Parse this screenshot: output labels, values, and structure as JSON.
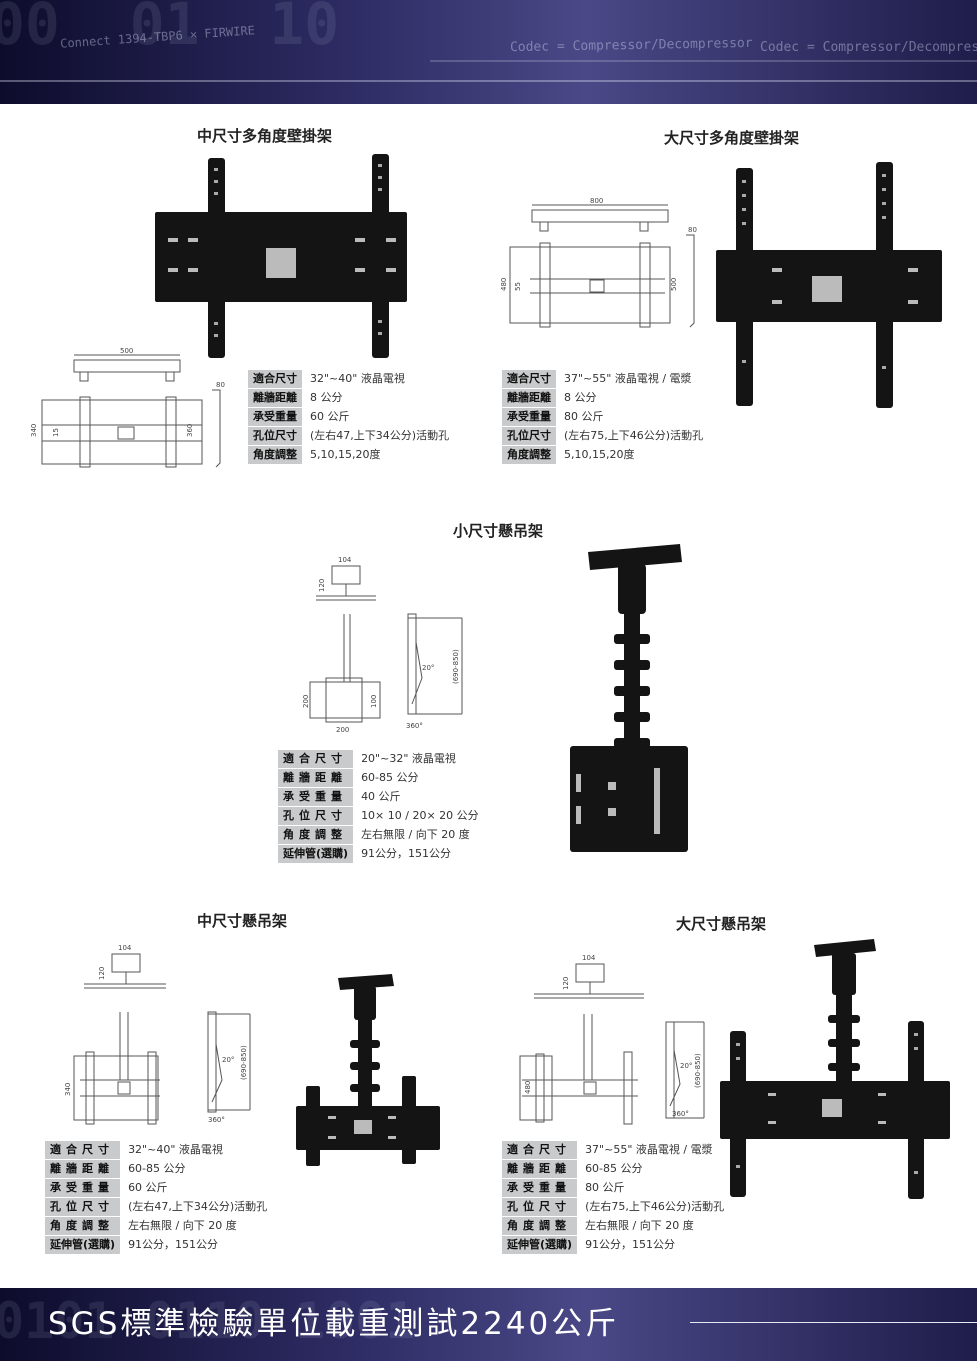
{
  "banner_top": {
    "code_lines": [
      "Codec = Compressor/Decompressor",
      "Connect 1394-TBP6 × FIRWIRE",
      "Codec = Compressor/Decompressor"
    ]
  },
  "sections": {
    "mid_wall": {
      "title": "中尺寸多角度壁掛架",
      "dims": [
        "500",
        "80",
        "340",
        "15",
        "360"
      ],
      "specs": [
        {
          "k": "適合尺寸",
          "v": "32\"~40\" 液晶電視"
        },
        {
          "k": "離牆距離",
          "v": "8 公分"
        },
        {
          "k": "承受重量",
          "v": "60 公斤"
        },
        {
          "k": "孔位尺寸",
          "v": "(左右47,上下34公分)活動孔"
        },
        {
          "k": "角度調整",
          "v": "5,10,15,20度"
        }
      ]
    },
    "large_wall": {
      "title": "大尺寸多角度壁掛架",
      "dims": [
        "800",
        "80",
        "480",
        "55",
        "500"
      ],
      "specs": [
        {
          "k": "適合尺寸",
          "v": "37\"~55\" 液晶電視 / 電漿"
        },
        {
          "k": "離牆距離",
          "v": "8 公分"
        },
        {
          "k": "承受重量",
          "v": "80 公斤"
        },
        {
          "k": "孔位尺寸",
          "v": "(左右75,上下46公分)活動孔"
        },
        {
          "k": "角度調整",
          "v": "5,10,15,20度"
        }
      ]
    },
    "small_ceiling": {
      "title": "小尺寸懸吊架",
      "dims": [
        "104",
        "120",
        "200",
        "100",
        "200",
        "(690-850)",
        "20°",
        "360°"
      ],
      "specs": [
        {
          "k": "適合尺寸",
          "v": "20\"~32\" 液晶電視"
        },
        {
          "k": "離牆距離",
          "v": "60-85 公分"
        },
        {
          "k": "承受重量",
          "v": "40 公斤"
        },
        {
          "k": "孔位尺寸",
          "v": "10× 10 / 20× 20 公分"
        },
        {
          "k": "角度調整",
          "v": "左右無限 / 向下 20 度"
        },
        {
          "k": "延伸管(選購)",
          "v": "91公分，151公分"
        }
      ]
    },
    "mid_ceiling": {
      "title": "中尺寸懸吊架",
      "dims": [
        "104",
        "120",
        "340",
        "(690-850)",
        "20°",
        "360°"
      ],
      "specs": [
        {
          "k": "適合尺寸",
          "v": "32\"~40\" 液晶電視"
        },
        {
          "k": "離牆距離",
          "v": "60-85 公分"
        },
        {
          "k": "承受重量",
          "v": "60 公斤"
        },
        {
          "k": "孔位尺寸",
          "v": "(左右47,上下34公分)活動孔"
        },
        {
          "k": "角度調整",
          "v": "左右無限 / 向下 20 度"
        },
        {
          "k": "延伸管(選購)",
          "v": "91公分，151公分"
        }
      ]
    },
    "large_ceiling": {
      "title": "大尺寸懸吊架",
      "dims": [
        "104",
        "120",
        "480",
        "(690-850)",
        "20°",
        "360°"
      ],
      "specs": [
        {
          "k": "適合尺寸",
          "v": "37\"~55\" 液晶電視 / 電漿"
        },
        {
          "k": "離牆距離",
          "v": "60-85 公分"
        },
        {
          "k": "承受重量",
          "v": "80 公斤"
        },
        {
          "k": "孔位尺寸",
          "v": "(左右75,上下46公分)活動孔"
        },
        {
          "k": "角度調整",
          "v": "左右無限 / 向下 20 度"
        },
        {
          "k": "延伸管(選購)",
          "v": "91公分，151公分"
        }
      ]
    }
  },
  "footer": {
    "title": "SGS標準檢驗單位載重測試2240公斤"
  },
  "colors": {
    "banner_dark": "#0d0c2c",
    "banner_mid": "#4a4886",
    "spec_key_bg": "#c9cacb",
    "product_black": "#141414"
  }
}
